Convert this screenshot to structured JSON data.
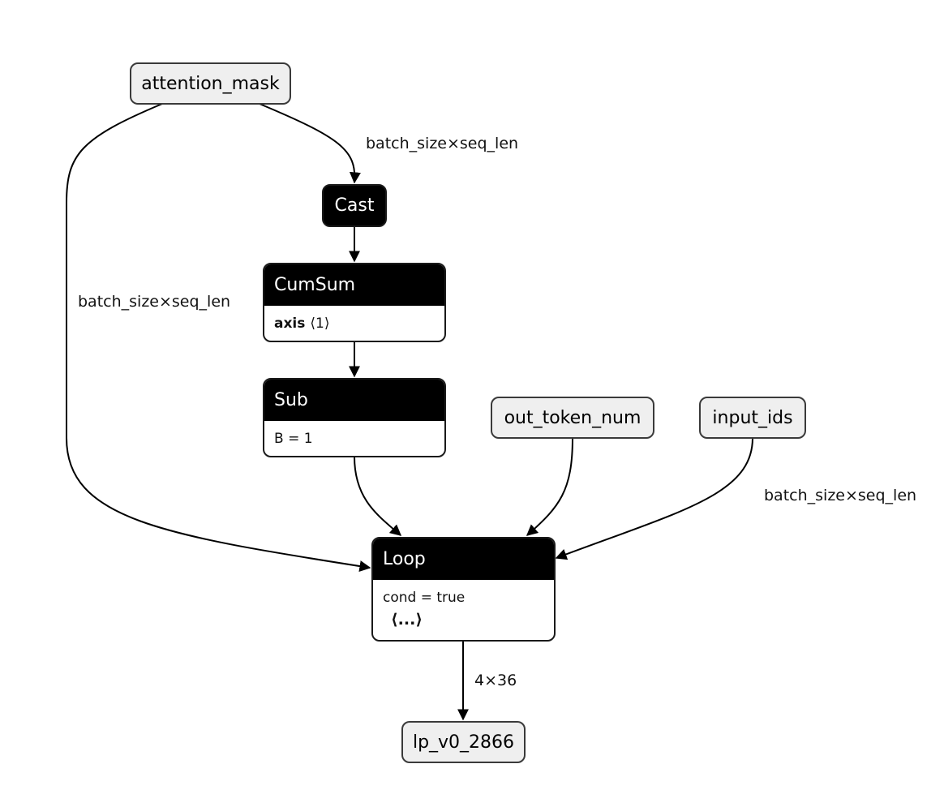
{
  "nodes": {
    "attention_mask": {
      "label": "attention_mask"
    },
    "cast": {
      "label": "Cast"
    },
    "cumsum": {
      "label": "CumSum",
      "attr_name": "axis",
      "attr_value": "⟨1⟩"
    },
    "sub": {
      "label": "Sub",
      "attr": "B = 1"
    },
    "out_token_num": {
      "label": "out_token_num"
    },
    "input_ids": {
      "label": "input_ids"
    },
    "loop": {
      "label": "Loop",
      "attr": "cond = true",
      "more": "⟨...⟩"
    },
    "output": {
      "label": "lp_v0_2866"
    }
  },
  "edge_labels": {
    "mask_to_cast": "batch_size×seq_len",
    "mask_to_loop": "batch_size×seq_len",
    "input_ids_to_loop": "batch_size×seq_len",
    "loop_to_output": "4×36"
  },
  "colors": {
    "io_fill": "#efefef",
    "op_header": "#000000",
    "edge": "#000000"
  }
}
